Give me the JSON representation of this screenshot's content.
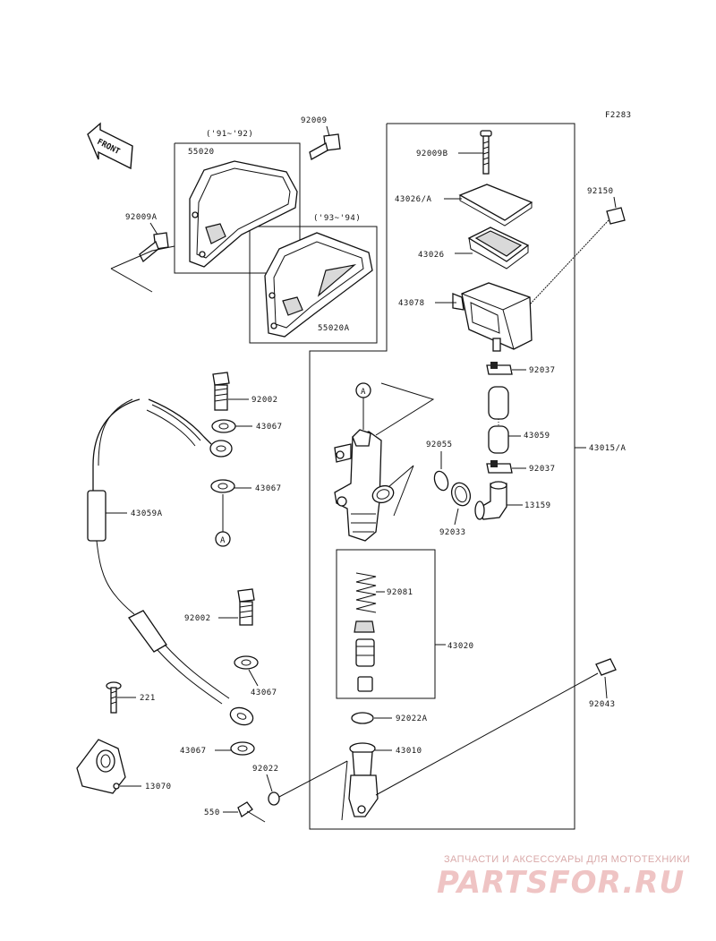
{
  "figure_code": "F2283",
  "direction_label": "FRONT",
  "year_ranges": [
    "('91~'92)",
    "('93~'94)"
  ],
  "part_labels": {
    "p92009": "92009",
    "p55020": "55020",
    "p92009A": "92009A",
    "p55020A": "55020A",
    "p92009B": "92009B",
    "p43026A": "43026/A",
    "p43026": "43026",
    "p43078": "43078",
    "p92150": "92150",
    "p92037a": "92037",
    "p43059": "43059",
    "p92037b": "92037",
    "p43015A": "43015/A",
    "p92055": "92055",
    "p13159": "13159",
    "p92033": "92033",
    "p92002a": "92002",
    "p43067a": "43067",
    "p43067b": "43067",
    "p43059A": "43059A",
    "p92081": "92081",
    "p43020": "43020",
    "p92002b": "92002",
    "p43067c": "43067",
    "p221": "221",
    "p13070": "13070",
    "p43067d": "43067",
    "p92022": "92022",
    "p550": "550",
    "p92022A": "92022A",
    "p43010": "43010",
    "p92043": "92043"
  },
  "callout_marks": [
    "A",
    "A"
  ],
  "watermark": {
    "tagline": "ЗАПЧАСТИ И АКСЕССУАРЫ ДЛЯ МОТОТЕХНИКИ",
    "brand": "PARTSFOR.RU"
  }
}
